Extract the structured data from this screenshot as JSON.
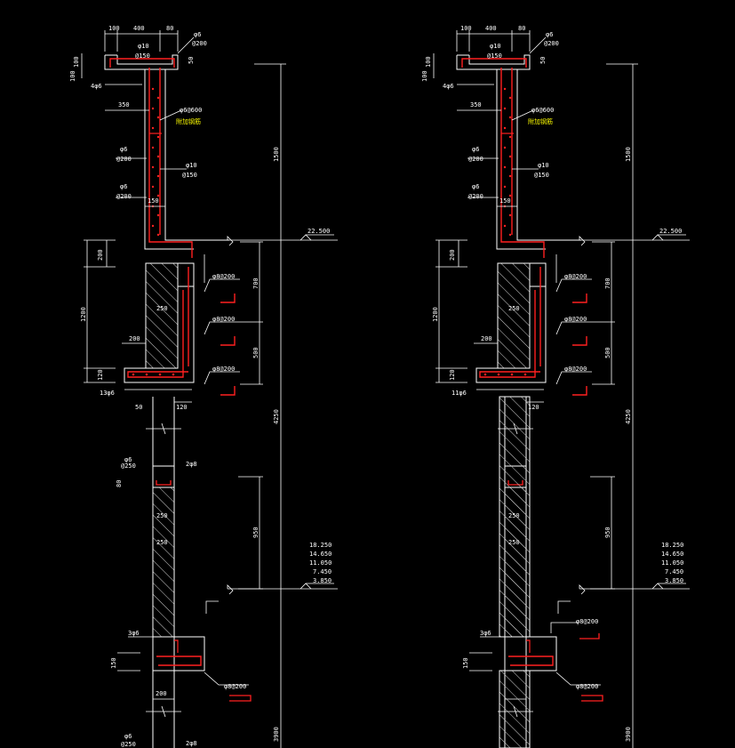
{
  "colors": {
    "background": "#000000",
    "line": "#ffffff",
    "rebar": "#ff2020",
    "highlight": "#ffff00",
    "hatch": "#cfcfcf"
  },
  "sections": [
    {
      "id": "left",
      "top_dims": [
        "100",
        "400",
        "80"
      ],
      "top_left_dims": [
        "100",
        "100"
      ],
      "top_rebar_a": [
        "φ6",
        "@200"
      ],
      "top_rebar_b": [
        "φ10",
        "@150"
      ],
      "top_small": "50",
      "bars_4": "4φ6",
      "dim_350a": "350",
      "stirrup_600": "φ6@600",
      "note_yellow": "附加钢筋",
      "rebar_c": [
        "φ6",
        "@200"
      ],
      "rebar_d": [
        "φ10",
        "@150"
      ],
      "rebar_e": [
        "φ6",
        "@200"
      ],
      "dim_150a": "150",
      "dim_1500": "1500",
      "elev_top": "22.500",
      "dim_200a": "200",
      "dim_1200": "1200",
      "dim_700": "700",
      "dim_250a": "250",
      "dim_500": "500",
      "dim_200b": "200",
      "dim_120a": "120",
      "bars_13": "13φ6",
      "dim_50": "50",
      "dim_120b": "120",
      "rebar_f": "φ8@200",
      "rebar_g": "φ8@200",
      "rebar_h": "φ8@200",
      "dim_4250": "4250",
      "rebar_i": [
        "φ6",
        "@250"
      ],
      "rebar_j": "2φ8",
      "dim_80": "80",
      "dim_250b": "250",
      "dim_950": "950",
      "elevs": [
        "18.250",
        "14.650",
        "11.050",
        "7.450",
        "3.850"
      ],
      "bars_3": "3φ6",
      "dim_150b": "150",
      "dim_200c": "200",
      "rebar_k": "φ8@200",
      "dim_3900": "3900",
      "rebar_l": [
        "φ6",
        "@250"
      ],
      "rebar_m": "2φ8"
    },
    {
      "id": "right",
      "top_dims": [
        "100",
        "400",
        "80"
      ],
      "top_left_dims": [
        "100",
        "100"
      ],
      "top_rebar_a": [
        "φ6",
        "@200"
      ],
      "top_rebar_b": [
        "φ10",
        "@150"
      ],
      "top_small": "50",
      "bars_4": "4φ6",
      "dim_350a": "350",
      "stirrup_600": "φ6@600",
      "note_yellow": "附加钢筋",
      "rebar_c": [
        "φ6",
        "@200"
      ],
      "rebar_d": [
        "φ10",
        "@150"
      ],
      "rebar_e": [
        "φ6",
        "@200"
      ],
      "dim_150a": "150",
      "dim_1500": "1500",
      "elev_top": "22.500",
      "dim_200a": "200",
      "dim_1200": "1200",
      "dim_700": "700",
      "dim_250a": "250",
      "dim_500": "500",
      "dim_200b": "200",
      "dim_120a": "120",
      "bars_13": "11φ6",
      "dim_50": "",
      "dim_120b": "120",
      "rebar_f": "φ8@200",
      "rebar_g": "φ8@200",
      "rebar_h": "φ8@200",
      "dim_4250": "4250",
      "rebar_i": [
        "",
        ""
      ],
      "rebar_j": "",
      "dim_80": "",
      "dim_250b": "250",
      "dim_950": "950",
      "elevs": [
        "18.250",
        "14.650",
        "11.050",
        "7.450",
        "3.850"
      ],
      "bars_3": "3φ6",
      "dim_150b": "150",
      "dim_200c": "",
      "rebar_k": "φ8@200",
      "dim_3900": "3900",
      "rebar_l": [
        "",
        ""
      ],
      "rebar_m": ""
    }
  ]
}
